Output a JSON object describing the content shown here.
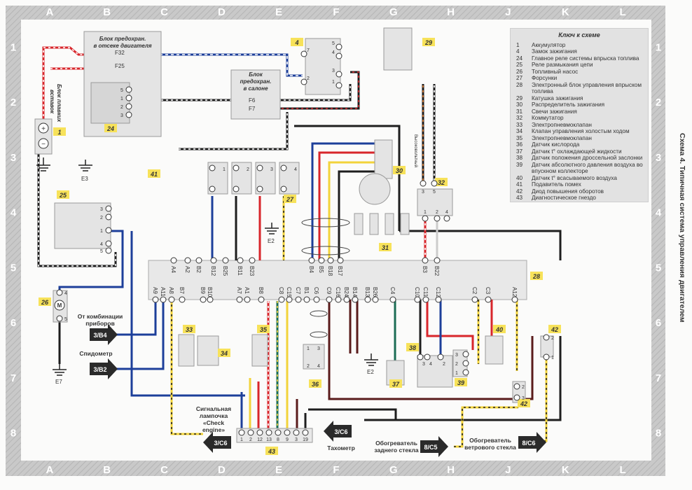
{
  "title": "Схема 4. Типичная система управления двигателем",
  "grid": {
    "columns": [
      "A",
      "B",
      "C",
      "D",
      "E",
      "F",
      "G",
      "H",
      "J",
      "K",
      "L"
    ],
    "rows": [
      "1",
      "2",
      "3",
      "4",
      "5",
      "6",
      "7",
      "8"
    ]
  },
  "legend": {
    "title": "Ключ к схеме",
    "items": [
      {
        "num": "1",
        "text": "Аккумулятор"
      },
      {
        "num": "4",
        "text": "Замок зажигания"
      },
      {
        "num": "24",
        "text": "Главное реле системы впрыска топлива"
      },
      {
        "num": "25",
        "text": "Реле размыкания цепи"
      },
      {
        "num": "26",
        "text": "Топливный насос"
      },
      {
        "num": "27",
        "text": "Форсунки"
      },
      {
        "num": "28",
        "text": "Электронный блок управления впрыском топлива"
      },
      {
        "num": "29",
        "text": "Катушка зажигания"
      },
      {
        "num": "30",
        "text": "Распределитель зажигания"
      },
      {
        "num": "31",
        "text": "Свечи зажигания"
      },
      {
        "num": "32",
        "text": "Коммутатор"
      },
      {
        "num": "33",
        "text": "Электропневмоклапан"
      },
      {
        "num": "34",
        "text": "Клапан управления холостым ходом"
      },
      {
        "num": "35",
        "text": "Электропневмоклапан"
      },
      {
        "num": "36",
        "text": "Датчик кислорода"
      },
      {
        "num": "37",
        "text": "Датчик t° охлаждающей жидкости"
      },
      {
        "num": "38",
        "text": "Датчик положения дроссельной заслонки"
      },
      {
        "num": "39",
        "text": "Датчик абсолютного давления воздуха во впускном коллекторе"
      },
      {
        "num": "40",
        "text": "Датчик t° всасываемого воздуха"
      },
      {
        "num": "41",
        "text": "Подавитель помех"
      },
      {
        "num": "42",
        "text": "Диод повышения оборотов"
      },
      {
        "num": "43",
        "text": "Диагностическое гнездо"
      }
    ]
  },
  "labels": {
    "fuse_block_engine": [
      "Блок предохран.",
      "в отсеке двигателя"
    ],
    "fuse_block_cabin": [
      "Блок",
      "предохран.",
      "в салоне"
    ],
    "fusible_links": [
      "Блок плавких",
      "вставок"
    ],
    "high_voltage": "Высоковольтный",
    "instrument_cluster": [
      "От комбинации",
      "приборов"
    ],
    "speedometer": "Спидометр",
    "check_engine": [
      "Сигнальная",
      "лампочка",
      "«Check",
      "engine»"
    ],
    "tachometer": "Тахометр",
    "rear_heater": [
      "Обогреватель",
      "заднего стекла"
    ],
    "windshield_heater": [
      "Обогреватель",
      "ветрового стекла"
    ]
  },
  "fuses": [
    "F32",
    "F25",
    "F6",
    "F7"
  ],
  "grounds": [
    "E3",
    "E2",
    "E2",
    "E7"
  ],
  "component_tags": [
    "1",
    "4",
    "24",
    "25",
    "26",
    "27",
    "28",
    "29",
    "30",
    "31",
    "32",
    "33",
    "34",
    "35",
    "36",
    "37",
    "38",
    "39",
    "40",
    "41",
    "42",
    "42",
    "43"
  ],
  "connectors": [
    {
      "id": "3/B4"
    },
    {
      "id": "3/B2"
    },
    {
      "id": "3/C6"
    },
    {
      "id": "3/C6"
    },
    {
      "id": "8/C5"
    },
    {
      "id": "8/C6"
    }
  ],
  "ecu_pins_top": [
    "A4",
    "A2",
    "B2",
    "B12",
    "B25",
    "B11",
    "B23",
    "B4",
    "B5",
    "B18",
    "B17",
    "B3",
    "B22"
  ],
  "ecu_pins_bottom": [
    "A9",
    "A11",
    "A8",
    "B7",
    "B9",
    "B10",
    "A7",
    "A1",
    "B8",
    "C8",
    "C15",
    "C7",
    "B1",
    "C6",
    "C9",
    "C16",
    "B24",
    "B14",
    "B13",
    "B26",
    "C4",
    "C10",
    "C11",
    "C12",
    "C2",
    "C3",
    "A12"
  ],
  "diag_pins": [
    "1",
    "2",
    "12",
    "13",
    "8",
    "9",
    "3",
    "19"
  ],
  "injectors": [
    "1",
    "2",
    "3",
    "4"
  ],
  "relay24_pins": [
    "5",
    "1",
    "2",
    "3"
  ],
  "relay25_pins": [
    "3",
    "2",
    "1",
    "4",
    "5"
  ],
  "switch4_pins": [
    "7",
    "5",
    "4",
    "2",
    "3",
    "1"
  ],
  "module32_pins": [
    "3",
    "5",
    "1",
    "2",
    "4"
  ],
  "sensor36_pins": [
    "1",
    "3",
    "2",
    "4"
  ],
  "sensor38_pins": [
    "3",
    "4",
    "2"
  ],
  "sensor39_pins": [
    "3",
    "2",
    "1"
  ],
  "diode42_pins": [
    "2",
    "1",
    "2",
    "3"
  ],
  "pump26_pins": [
    "4",
    "5"
  ],
  "wire_colors": {
    "red": "#d8262b",
    "blue": "#1d3f9a",
    "black": "#1e1e1e",
    "yellow": "#f2d33a",
    "brown": "#5a1b1b",
    "green": "#1c6d55",
    "orange": "#e07a2a",
    "tag_bg": "#f7e25a"
  }
}
